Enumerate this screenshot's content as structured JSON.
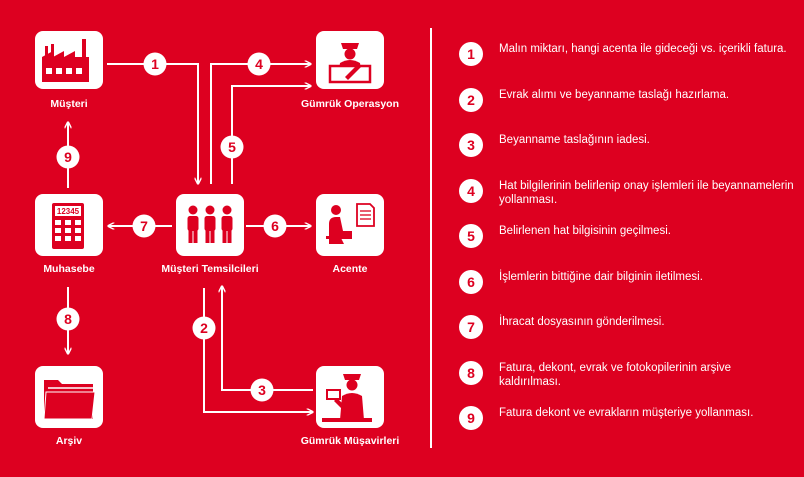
{
  "colors": {
    "background": "#dd0020",
    "foreground": "#ffffff"
  },
  "nodes": {
    "musteri": {
      "label": "Müşteri",
      "icon": "factory-icon"
    },
    "gumruk_operasyon": {
      "label": "Gümrük Operasyon",
      "icon": "customs-officer-desk-icon"
    },
    "muhasebe": {
      "label": "Muhasebe",
      "icon": "calculator-icon",
      "display": "12345"
    },
    "musteri_temsilcileri": {
      "label": "Müşteri Temsilcileri",
      "icon": "people-group-icon"
    },
    "acente": {
      "label": "Acente",
      "icon": "agent-document-icon"
    },
    "arsiv": {
      "label": "Arşiv",
      "icon": "folder-icon"
    },
    "gumruk_musavirleri": {
      "label": "Gümrük Müşavirleri",
      "icon": "customs-broker-icon"
    }
  },
  "steps": [
    {
      "num": "1",
      "text": "Malın miktarı, hangi acenta ile gideceği vs. içerikli fatura."
    },
    {
      "num": "2",
      "text": "Evrak alımı ve beyanname taslağı hazırlama."
    },
    {
      "num": "3",
      "text": "Beyanname taslağının iadesi."
    },
    {
      "num": "4",
      "text": "Hat bilgilerinin belirlenip onay işlemleri ile beyannamelerin yollanması."
    },
    {
      "num": "5",
      "text": "Belirlenen hat bilgisinin geçilmesi."
    },
    {
      "num": "6",
      "text": "İşlemlerin bittiğine dair bilginin iletilmesi."
    },
    {
      "num": "7",
      "text": "İhracat dosyasının gönderilmesi."
    },
    {
      "num": "8",
      "text": "Fatura, dekont, evrak ve fotokopilerinin arşive kaldırılması."
    },
    {
      "num": "9",
      "text": "Fatura dekont ve evrakların müşteriye yollanması."
    }
  ]
}
